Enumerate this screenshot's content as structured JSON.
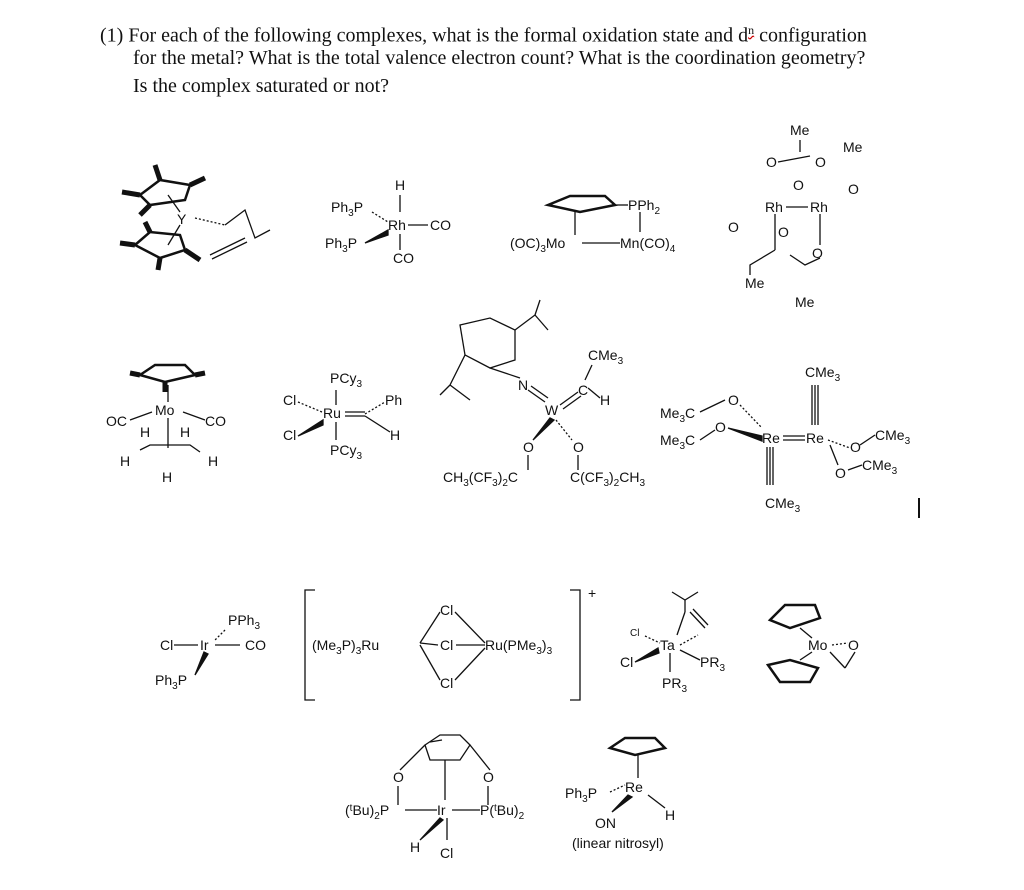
{
  "question": {
    "line1": "(1) For each of the following complexes, what is the formal oxidation state and d",
    "dn_sup": "n",
    "line1_end": " configuration",
    "line2": "for the metal? What is the total valence electron count? What is the coordination geometry?",
    "line3": "Is the complex saturated or not?"
  },
  "labels": {
    "y": "Y",
    "h": "H",
    "co": "CO",
    "oc": "OC",
    "rh": "Rh",
    "ph3p": "Ph",
    "p": "P",
    "sub3": "3",
    "sub2": "2",
    "sub4": "4",
    "pph": "PPh",
    "oc3mo": "(OC)",
    "mo": "Mo",
    "mnco": "Mn(CO)",
    "me": "Me",
    "o": "O",
    "n": "N",
    "c": "C",
    "w": "W",
    "cme": "CMe",
    "ch3cf": "CH",
    "ccf": "C(CF",
    "pcy": "PCy",
    "cl": "Cl",
    "ru": "Ru",
    "ph": "Ph",
    "me3c": "Me",
    "re": "Re",
    "ir": "Ir",
    "ta": "Ta",
    "pr": "PR",
    "plus": "+",
    "me3p_ru": "(Me",
    "ru_pme": "Ru(PMe",
    "tbu": "t",
    "bu": "Bu)",
    "on": "ON",
    "linear": "(linear nitrosyl)"
  }
}
